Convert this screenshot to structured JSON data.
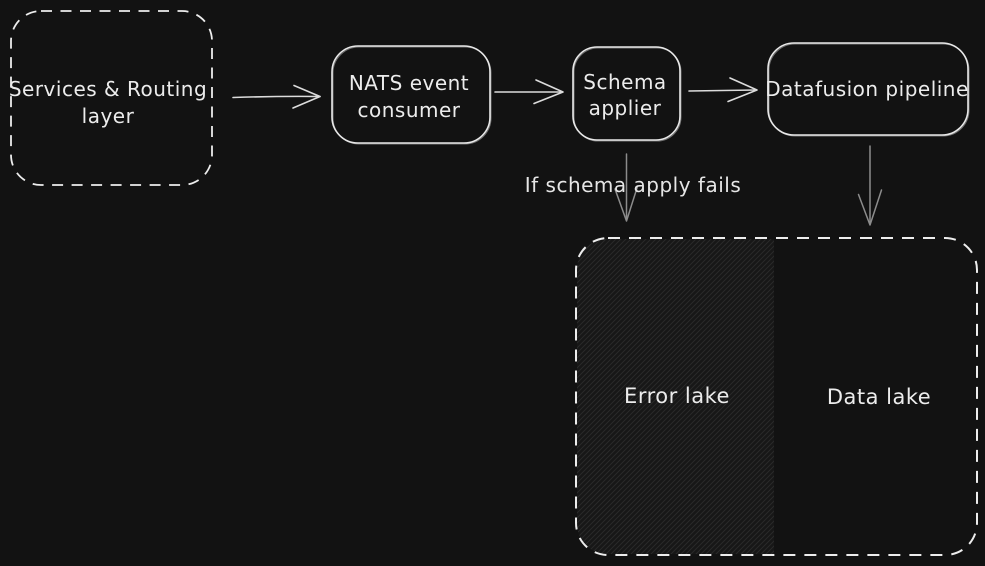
{
  "diagram": {
    "colors": {
      "background": "#121212",
      "stroke": "#e8e8e8",
      "arrow": "#dcdcdc",
      "muted_arrow": "#8c8c8c",
      "hatch_fill": "#171717",
      "hatch_line": "#2a2a2a"
    },
    "nodes": {
      "services_routing": {
        "lines": [
          "Services & Routing",
          "layer"
        ]
      },
      "nats_consumer": {
        "lines": [
          "NATS event",
          "consumer"
        ]
      },
      "schema_applier": {
        "lines": [
          "Schema",
          "applier"
        ]
      },
      "datafusion_pipeline": {
        "lines": [
          "Datafusion pipeline"
        ]
      },
      "error_lake": {
        "label": "Error lake"
      },
      "data_lake": {
        "label": "Data lake"
      }
    },
    "edge_labels": {
      "schema_fail": "If schema apply fails"
    }
  }
}
